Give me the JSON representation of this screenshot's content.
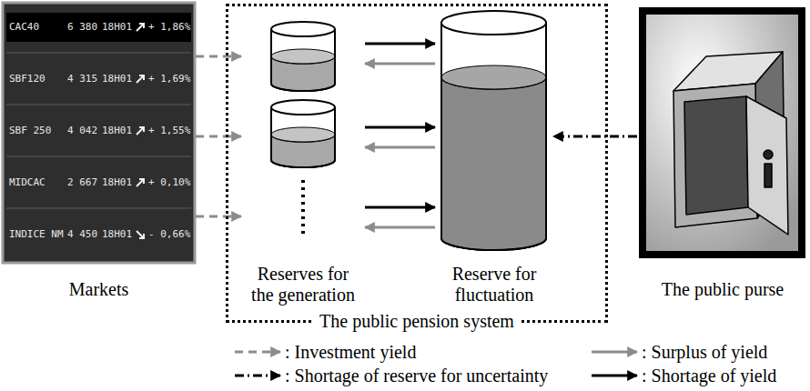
{
  "diagram": {
    "nodes": [
      {
        "text": [
          "Markets"
        ]
      },
      {
        "text": [
          "The public pension system"
        ]
      },
      {
        "text": [
          "Reserves for the generation"
        ],
        "in": 1
      },
      {
        "text": [
          "Reserve for fluctuation"
        ],
        "in": 1
      },
      {
        "text": [
          "The public purse"
        ]
      }
    ],
    "edges": [
      {
        "from": 0,
        "to": 2,
        "arrow": "to"
      },
      {
        "from": 0,
        "to": 2,
        "arrow": "to"
      },
      {
        "from": 0,
        "to": 2,
        "arrow": "to"
      },
      {
        "from": 2,
        "to": 3,
        "arrow": "to"
      },
      {
        "from": 3,
        "to": 2,
        "arrow": "to"
      },
      {
        "from": 2,
        "to": 3,
        "arrow": "to"
      },
      {
        "from": 3,
        "to": 2,
        "arrow": "to"
      },
      {
        "from": 2,
        "to": 3,
        "arrow": "to"
      },
      {
        "from": 3,
        "to": 2,
        "arrow": "to"
      },
      {
        "from": 4,
        "to": 3,
        "arrow": "to"
      }
    ],
    "labels": [
      "CAC40",
      "6 380",
      "18H01",
      "+ 1,86%",
      "SBF120",
      "4 315",
      "18H01",
      "+ 1,69%",
      "SBF 250",
      "4 042",
      "18H01",
      "+ 1,55%",
      "MIDCAC",
      "2 667",
      "18H01",
      "+ 0,10%",
      "INDICE NM",
      "4 450",
      "18H01",
      "- 0,66%"
    ],
    "legend": [
      {
        "text": ": Investment yield"
      },
      {
        "text": ": Surplus of yield"
      },
      {
        "text": ": Shortage of reserve for uncertainty"
      },
      {
        "text": ": Shortage of yield"
      }
    ]
  }
}
